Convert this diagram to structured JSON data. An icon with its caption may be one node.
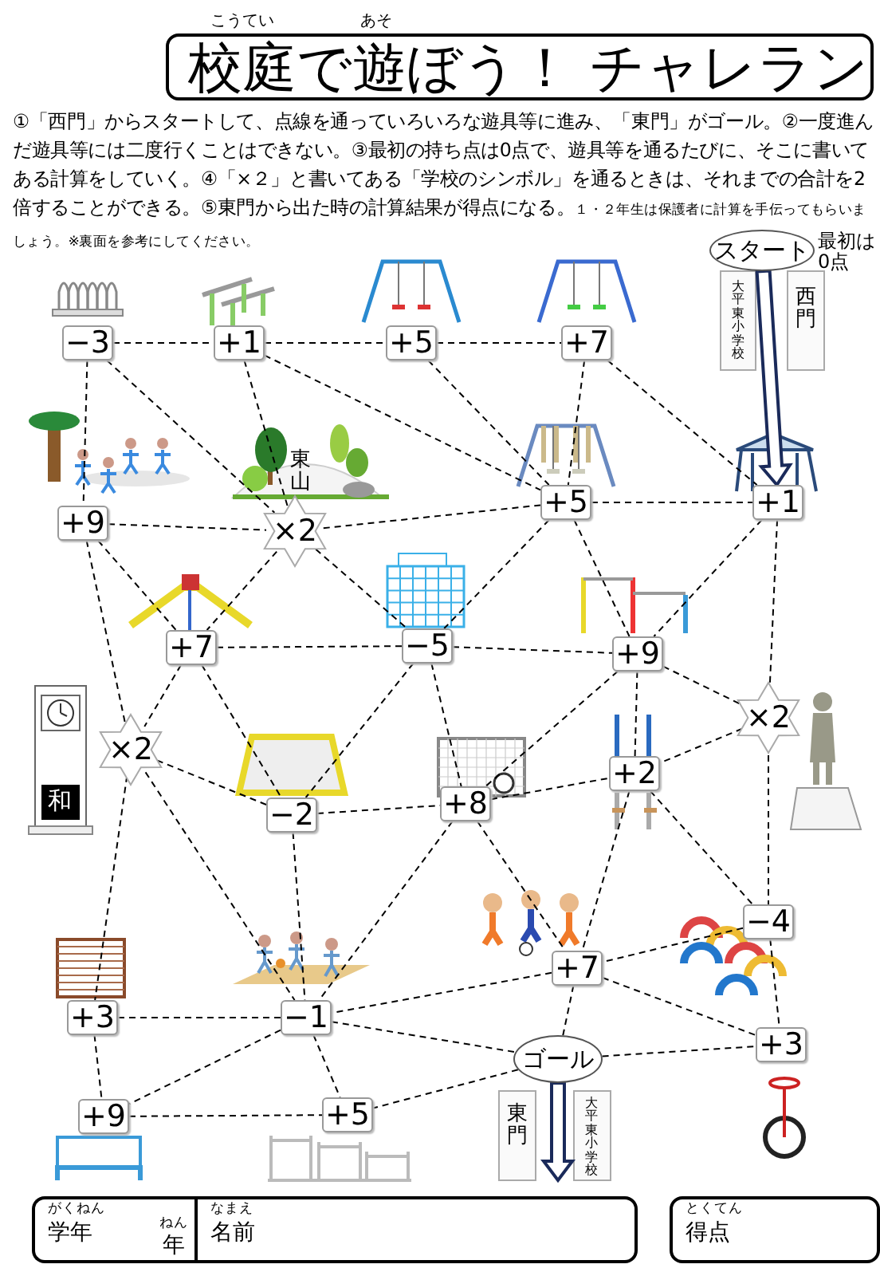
{
  "diagram": {
    "title": "校庭で遊ぼう！ チャレラン",
    "nodes": [
      {
        "text": [
          "スタート"
        ],
        "beside": [
          "最初は0点"
        ]
      },
      {
        "text": [
          "−3"
        ]
      },
      {
        "text": [
          "+1"
        ]
      },
      {
        "text": [
          "+5"
        ]
      },
      {
        "text": [
          "+7"
        ]
      },
      {
        "text": [
          "+9"
        ]
      },
      {
        "text": [
          "×2"
        ]
      },
      {
        "text": [
          "+5"
        ]
      },
      {
        "text": [
          "+1"
        ]
      },
      {
        "text": [
          "+7"
        ]
      },
      {
        "text": [
          "−5"
        ]
      },
      {
        "text": [
          "+9"
        ]
      },
      {
        "text": [
          "×2"
        ]
      },
      {
        "text": [
          "×2"
        ]
      },
      {
        "text": [
          "−2"
        ]
      },
      {
        "text": [
          "+8"
        ]
      },
      {
        "text": [
          "+2"
        ]
      },
      {
        "text": [
          "−4"
        ]
      },
      {
        "text": [
          "+7"
        ]
      },
      {
        "text": [
          "+3"
        ]
      },
      {
        "text": [
          "−1"
        ]
      },
      {
        "text": [
          "ゴール"
        ]
      },
      {
        "text": [
          "+3"
        ]
      },
      {
        "text": [
          "+9"
        ]
      },
      {
        "text": [
          "+5"
        ]
      },
      {
        "text": [
          "がくねん",
          "学年",
          "ねん",
          "年"
        ]
      },
      {
        "text": [
          "なまえ",
          "名前"
        ]
      },
      {
        "text": [
          "とくてん",
          "得点"
        ]
      }
    ],
    "edges": [
      {
        "from": 0,
        "to": 8,
        "arrow": "to"
      },
      {
        "from": 1,
        "to": 2,
        "arrow": "none"
      },
      {
        "from": 2,
        "to": 3,
        "arrow": "none"
      },
      {
        "from": 3,
        "to": 4,
        "arrow": "none"
      },
      {
        "from": 1,
        "to": 5,
        "arrow": "none"
      },
      {
        "from": 1,
        "to": 6,
        "arrow": "none"
      },
      {
        "from": 2,
        "to": 6,
        "arrow": "none"
      },
      {
        "from": 2,
        "to": 7,
        "arrow": "none"
      },
      {
        "from": 3,
        "to": 7,
        "arrow": "none"
      },
      {
        "from": 4,
        "to": 7,
        "arrow": "none"
      },
      {
        "from": 4,
        "to": 8,
        "arrow": "none"
      },
      {
        "from": 5,
        "to": 6,
        "arrow": "none"
      },
      {
        "from": 6,
        "to": 7,
        "arrow": "none"
      },
      {
        "from": 7,
        "to": 8,
        "arrow": "none"
      },
      {
        "from": 7,
        "to": 10,
        "arrow": "none"
      },
      {
        "from": 7,
        "to": 11,
        "arrow": "none"
      },
      {
        "from": 8,
        "to": 11,
        "arrow": "none"
      },
      {
        "from": 8,
        "to": 13,
        "arrow": "none"
      },
      {
        "from": 5,
        "to": 12,
        "arrow": "none"
      },
      {
        "from": 5,
        "to": 9,
        "arrow": "none"
      },
      {
        "from": 6,
        "to": 9,
        "arrow": "none"
      },
      {
        "from": 6,
        "to": 10,
        "arrow": "none"
      },
      {
        "from": 9,
        "to": 10,
        "arrow": "none"
      },
      {
        "from": 10,
        "to": 11,
        "arrow": "none"
      },
      {
        "from": 9,
        "to": 12,
        "arrow": "none"
      },
      {
        "from": 9,
        "to": 14,
        "arrow": "none"
      },
      {
        "from": 10,
        "to": 14,
        "arrow": "none"
      },
      {
        "from": 10,
        "to": 15,
        "arrow": "none"
      },
      {
        "from": 11,
        "to": 15,
        "arrow": "none"
      },
      {
        "from": 11,
        "to": 16,
        "arrow": "none"
      },
      {
        "from": 11,
        "to": 13,
        "arrow": "none"
      },
      {
        "from": 12,
        "to": 14,
        "arrow": "none"
      },
      {
        "from": 13,
        "to": 16,
        "arrow": "none"
      },
      {
        "from": 14,
        "to": 15,
        "arrow": "none"
      },
      {
        "from": 15,
        "to": 16,
        "arrow": "none"
      },
      {
        "from": 12,
        "to": 19,
        "arrow": "none"
      },
      {
        "from": 12,
        "to": 20,
        "arrow": "none"
      },
      {
        "from": 14,
        "to": 20,
        "arrow": "none"
      },
      {
        "from": 15,
        "to": 20,
        "arrow": "none"
      },
      {
        "from": 15,
        "to": 18,
        "arrow": "none"
      },
      {
        "from": 16,
        "to": 18,
        "arrow": "none"
      },
      {
        "from": 16,
        "to": 17,
        "arrow": "none"
      },
      {
        "from": 13,
        "to": 17,
        "arrow": "none"
      },
      {
        "from": 17,
        "to": 22,
        "arrow": "none"
      },
      {
        "from": 17,
        "to": 18,
        "arrow": "none"
      },
      {
        "from": 18,
        "to": 22,
        "arrow": "none"
      },
      {
        "from": 18,
        "to": 21,
        "arrow": "none"
      },
      {
        "from": 18,
        "to": 20,
        "arrow": "none"
      },
      {
        "from": 19,
        "to": 20,
        "arrow": "none"
      },
      {
        "from": 19,
        "to": 23,
        "arrow": "none"
      },
      {
        "from": 20,
        "to": 21,
        "arrow": "none"
      },
      {
        "from": 20,
        "to": 23,
        "arrow": "none"
      },
      {
        "from": 20,
        "to": 24,
        "arrow": "none"
      },
      {
        "from": 21,
        "to": 22,
        "arrow": "none"
      },
      {
        "from": 21,
        "to": 24,
        "arrow": "none"
      },
      {
        "from": 23,
        "to": 24,
        "arrow": "none"
      },
      {
        "from": 21,
        "to": null,
        "arrow": "to"
      }
    ],
    "labels": [
      "こうてい",
      "あそ",
      "①「西門」からスタートして、点線を通っていろいろな遊具等に進み、「東門」がゴール。②一度進んだ遊具等には二度行くことはできない。③最初の持ち点は0点で、遊具等を通るたびに、そこに書いてある計算をしていく。④「×２」と書いてある「学校のシンボル」を通るときは、それまでの合計を2倍することができる。⑤東門から出た時の計算結果が得点になる。",
      "１・２年生は保護者に計算を手伝ってもらいましょう。※裏面を参考にしてください。",
      "大平東小学校",
      "西門",
      "東山",
      "和",
      "東門",
      "大平東小学校"
    ]
  }
}
